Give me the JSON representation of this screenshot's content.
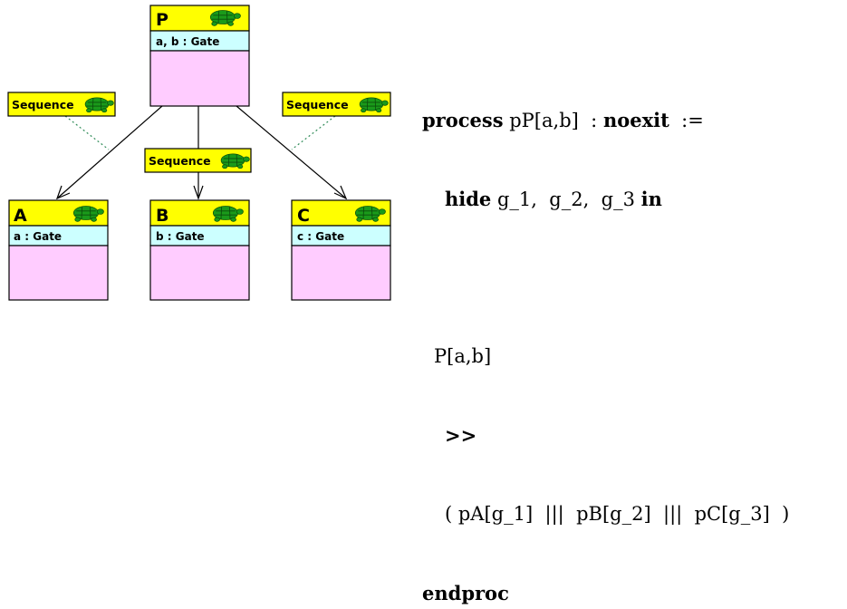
{
  "diagram": {
    "parent": {
      "name": "P",
      "gates": "a, b : Gate",
      "icon": "turtle-icon"
    },
    "children": [
      {
        "name": "A",
        "gates": "a : Gate",
        "icon": "turtle-icon"
      },
      {
        "name": "B",
        "gates": "b : Gate",
        "icon": "turtle-icon"
      },
      {
        "name": "C",
        "gates": "c : Gate",
        "icon": "turtle-icon"
      }
    ],
    "sequence_labels": [
      "Sequence",
      "Sequence",
      "Sequence"
    ],
    "colors": {
      "title_bg": "#ffff00",
      "gate_bg": "#ccffff",
      "body_bg": "#ffccff",
      "turtle": "#1a9a1a",
      "dotted": "#2e8b57"
    }
  },
  "code": {
    "line1": {
      "kw1": "process",
      "t1": " pP[a,b]  : ",
      "kw2": "noexit",
      "t2": "  :="
    },
    "line2": {
      "kw1": "hide",
      "t1": " g_1,  g_2,  g_3 ",
      "kw2": "in"
    },
    "line3": "P[a,b]",
    "line4": ">>",
    "line5": "( pA[g_1]  |||  pB[g_2]  |||  pC[g_3]  )",
    "line6": "endproc"
  }
}
